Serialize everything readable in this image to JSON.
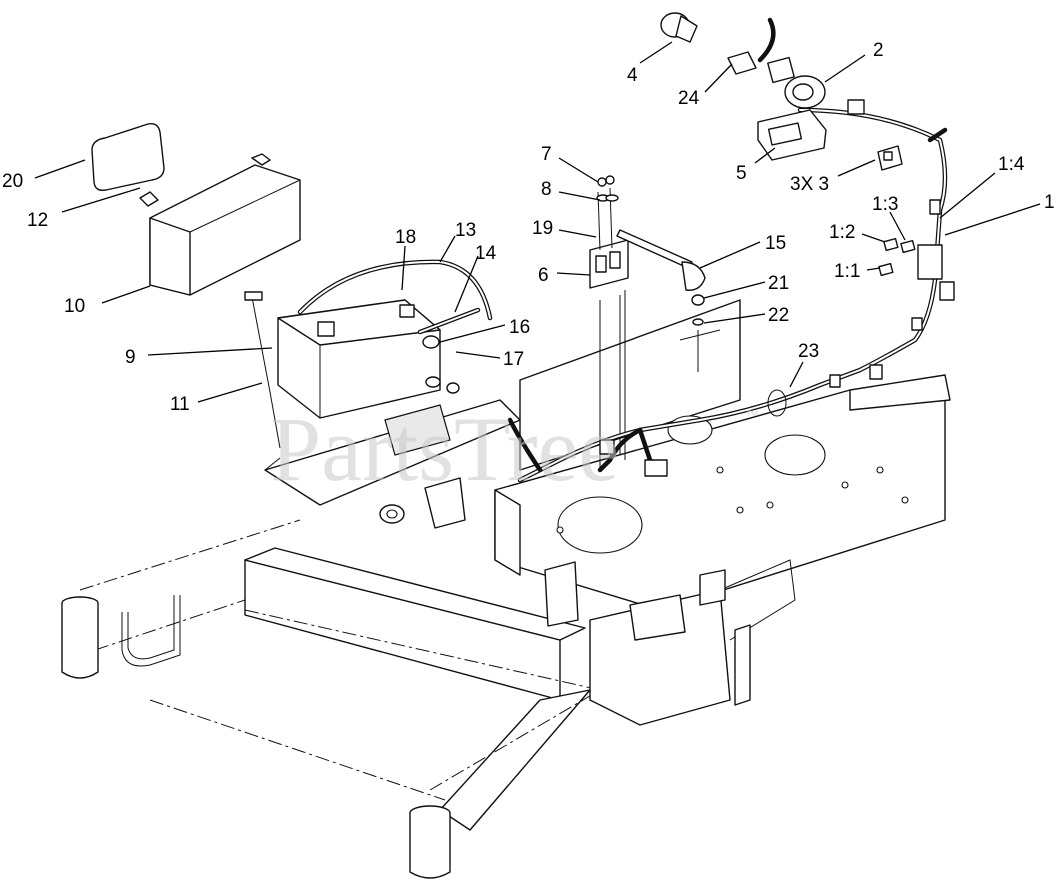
{
  "watermark": {
    "text": "PartsTree",
    "mark": "™"
  },
  "callouts": [
    {
      "id": "20",
      "label": "20"
    },
    {
      "id": "12",
      "label": "12"
    },
    {
      "id": "10",
      "label": "10"
    },
    {
      "id": "9",
      "label": "9"
    },
    {
      "id": "11",
      "label": "11"
    },
    {
      "id": "18",
      "label": "18"
    },
    {
      "id": "13",
      "label": "13"
    },
    {
      "id": "14",
      "label": "14"
    },
    {
      "id": "16",
      "label": "16"
    },
    {
      "id": "17",
      "label": "17"
    },
    {
      "id": "7",
      "label": "7"
    },
    {
      "id": "8",
      "label": "8"
    },
    {
      "id": "19",
      "label": "19"
    },
    {
      "id": "6",
      "label": "6"
    },
    {
      "id": "15",
      "label": "15"
    },
    {
      "id": "21",
      "label": "21"
    },
    {
      "id": "22",
      "label": "22"
    },
    {
      "id": "23",
      "label": "23"
    },
    {
      "id": "4",
      "label": "4"
    },
    {
      "id": "24",
      "label": "24"
    },
    {
      "id": "2",
      "label": "2"
    },
    {
      "id": "5",
      "label": "5"
    },
    {
      "id": "3",
      "label": "3X 3"
    },
    {
      "id": "1-4",
      "label": "1:4"
    },
    {
      "id": "1",
      "label": "1"
    },
    {
      "id": "1-3",
      "label": "1:3"
    },
    {
      "id": "1-2",
      "label": "1:2"
    },
    {
      "id": "1-1",
      "label": "1:1"
    }
  ]
}
